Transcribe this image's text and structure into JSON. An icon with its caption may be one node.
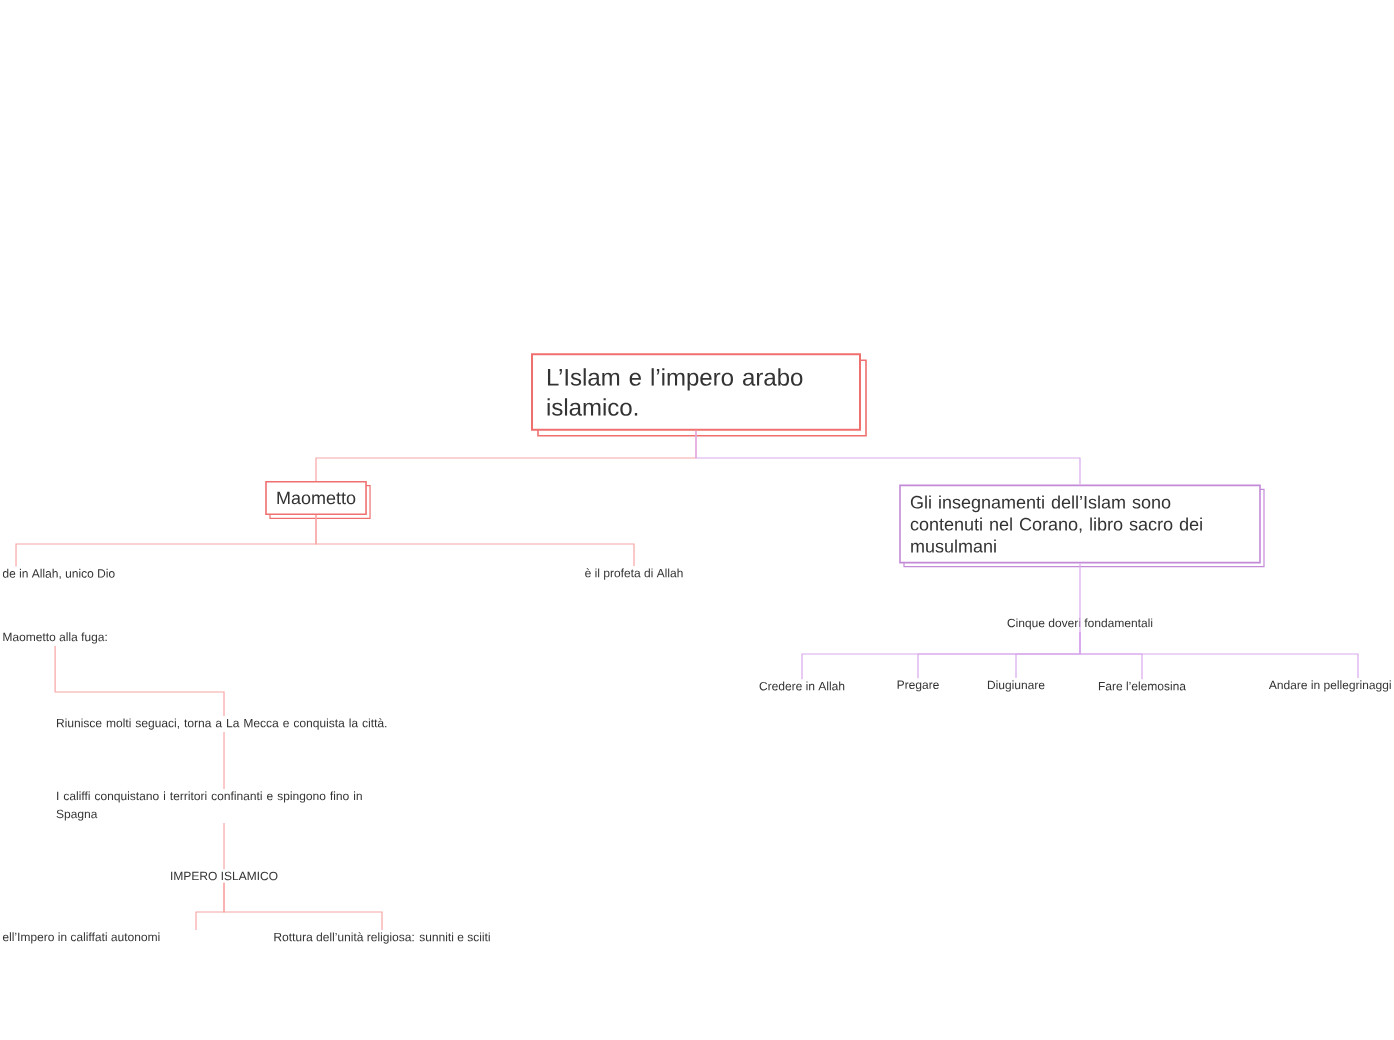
{
  "diagram": {
    "nodes": [
      {
        "text": [
          "L’Islam e l’impero arabo islamico."
        ]
      },
      {
        "text": [
          "Maometto"
        ]
      },
      {
        "text": [
          "de in Allah, unico Dio"
        ]
      },
      {
        "text": [
          "è il profeta di Allah"
        ]
      },
      {
        "text": [
          "Maometto alla fuga:"
        ]
      },
      {
        "text": [
          "Riunisce molti seguaci, torna a La Mecca e conquista la città."
        ]
      },
      {
        "text": [
          "I califfi conquistano i territori confinanti e spingono fino in Spagna"
        ]
      },
      {
        "text": [
          "IMPERO ISLAMICO"
        ]
      },
      {
        "text": [
          "ell’Impero in califfati autonomi"
        ]
      },
      {
        "text": [
          "Rottura dell’unità religiosa: sunniti e sciiti"
        ]
      },
      {
        "text": [
          "Gli insegnamenti dell’Islam sono contenuti nel Corano, libro sacro dei musulmani"
        ]
      },
      {
        "text": [
          "Cinque doveri fondamentali"
        ]
      },
      {
        "text": [
          "Credere in Allah"
        ]
      },
      {
        "text": [
          "Pregare"
        ]
      },
      {
        "text": [
          "Diugiunare"
        ]
      },
      {
        "text": [
          "Fare l’elemosina"
        ]
      },
      {
        "text": [
          "Andare in pellegrinaggi"
        ]
      }
    ],
    "edges": [
      {
        "from": 0,
        "to": 1,
        "arrow": "none"
      },
      {
        "from": 0,
        "to": 10,
        "arrow": "none",
        "color": "#d9a9ee"
      },
      {
        "from": 1,
        "to": 2,
        "arrow": "none"
      },
      {
        "from": 1,
        "to": 3,
        "arrow": "none"
      },
      {
        "from": 4,
        "to": 5,
        "arrow": "none"
      },
      {
        "from": 5,
        "to": 6,
        "arrow": "none"
      },
      {
        "from": 6,
        "to": 7,
        "arrow": "none"
      },
      {
        "from": 7,
        "to": 8,
        "arrow": "none"
      },
      {
        "from": 7,
        "to": 9,
        "arrow": "none"
      },
      {
        "from": 10,
        "to": 11,
        "arrow": "none",
        "color": "#d9a9ee"
      },
      {
        "from": 11,
        "to": 12,
        "arrow": "none",
        "color": "#d9a9ee"
      },
      {
        "from": 11,
        "to": 13,
        "arrow": "none",
        "color": "#d9a9ee"
      },
      {
        "from": 11,
        "to": 14,
        "arrow": "none",
        "color": "#d9a9ee"
      },
      {
        "from": 11,
        "to": 15,
        "arrow": "none",
        "color": "#d9a9ee"
      },
      {
        "from": 11,
        "to": 16,
        "arrow": "none",
        "color": "#d9a9ee"
      }
    ]
  }
}
